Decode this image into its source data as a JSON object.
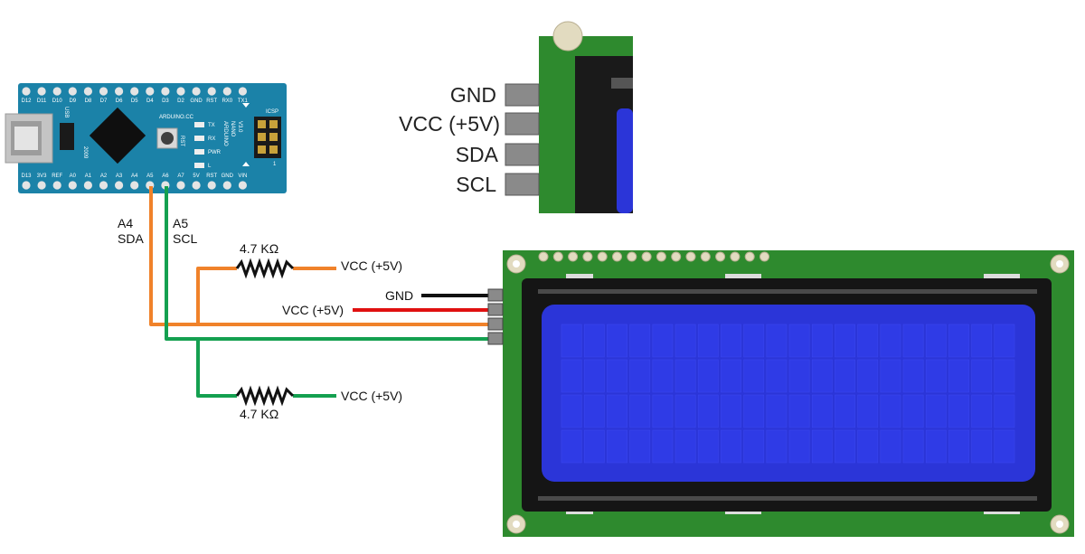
{
  "colors": {
    "wire_sda": "#f0822a",
    "wire_scl": "#14a050",
    "wire_gnd": "#111111",
    "wire_vcc": "#e01010",
    "arduino_board": "#1b82a8",
    "lcd_board": "#2e8a2e",
    "lcd_screen": "#2b35d8"
  },
  "arduino": {
    "top_pins": [
      "D12",
      "D11",
      "D10",
      "D9",
      "D8",
      "D7",
      "D6",
      "D5",
      "D4",
      "D3",
      "D2",
      "GND",
      "RST",
      "RX0",
      "TX1"
    ],
    "bottom_pins": [
      "D13",
      "3V3",
      "REF",
      "A0",
      "A1",
      "A2",
      "A3",
      "A4",
      "A5",
      "A6",
      "A7",
      "5V",
      "RST",
      "GND",
      "VIN"
    ],
    "brand": "ARDUINO.CC",
    "model_lines": [
      "ARDUINO",
      "NANO",
      "V3.0"
    ],
    "icsp": "ICSP",
    "usb": "USB",
    "year": "2009",
    "rst": "RST",
    "leds": [
      "TX",
      "RX",
      "PWR",
      "L"
    ],
    "one": "1"
  },
  "labels": {
    "a4_pin": "A4",
    "a4_signal": "SDA",
    "a5_pin": "A5",
    "a5_signal": "SCL",
    "res_top_value": "4.7 KΩ",
    "res_top_vcc": "VCC (+5V)",
    "res_bottom_value": "4.7 KΩ",
    "res_bottom_vcc": "VCC (+5V)",
    "lcd_gnd": "GND",
    "lcd_vcc": "VCC (+5V)"
  },
  "zoom_pins": [
    "GND",
    "VCC (+5V)",
    "SDA",
    "SCL"
  ]
}
